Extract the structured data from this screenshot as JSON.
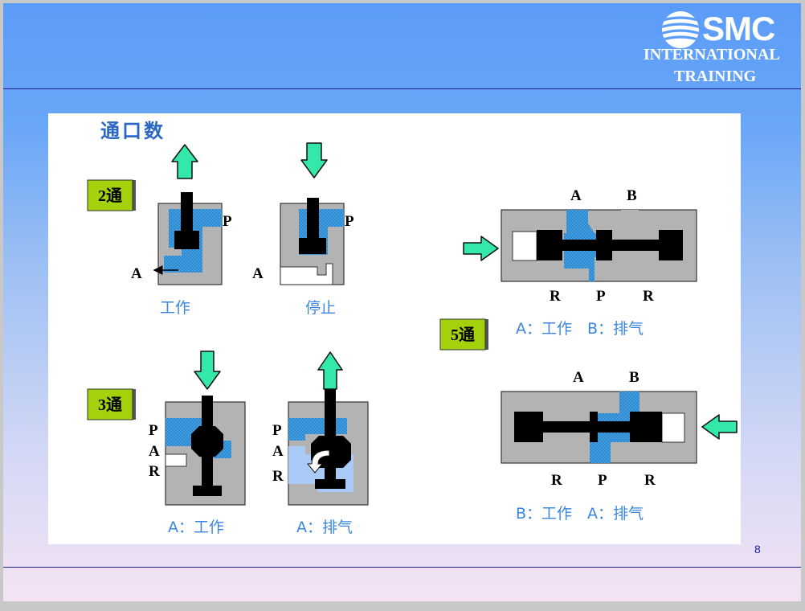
{
  "logo": {
    "brand": "SMC",
    "line1": "INTERNATIONAL",
    "line2": "TRAINING"
  },
  "title": "通口数",
  "page_number": "8",
  "two_way": {
    "tag": "2通",
    "port_p": "P",
    "port_a": "A",
    "caption_working": "工作",
    "caption_stopped": "停止"
  },
  "three_way": {
    "tag": "3通",
    "port_p": "P",
    "port_a": "A",
    "port_r": "R",
    "caption_working": "A：工作",
    "caption_exhaust": "A：排气"
  },
  "five_way": {
    "tag": "5通",
    "port_a": "A",
    "port_b": "B",
    "port_r": "R",
    "port_p": "P",
    "caption_top": "A：工作　B：排气",
    "caption_bottom": "B：工作　A：排气"
  },
  "colors": {
    "body_gray": "#b3b3b3",
    "spool_black": "#000000",
    "air_blue": "#3f9fe0",
    "arrow_green": "#33e8a8",
    "tag_green": "#a3d10c",
    "caption_blue": "#3b86e0",
    "title_blue": "#2a66c4"
  }
}
